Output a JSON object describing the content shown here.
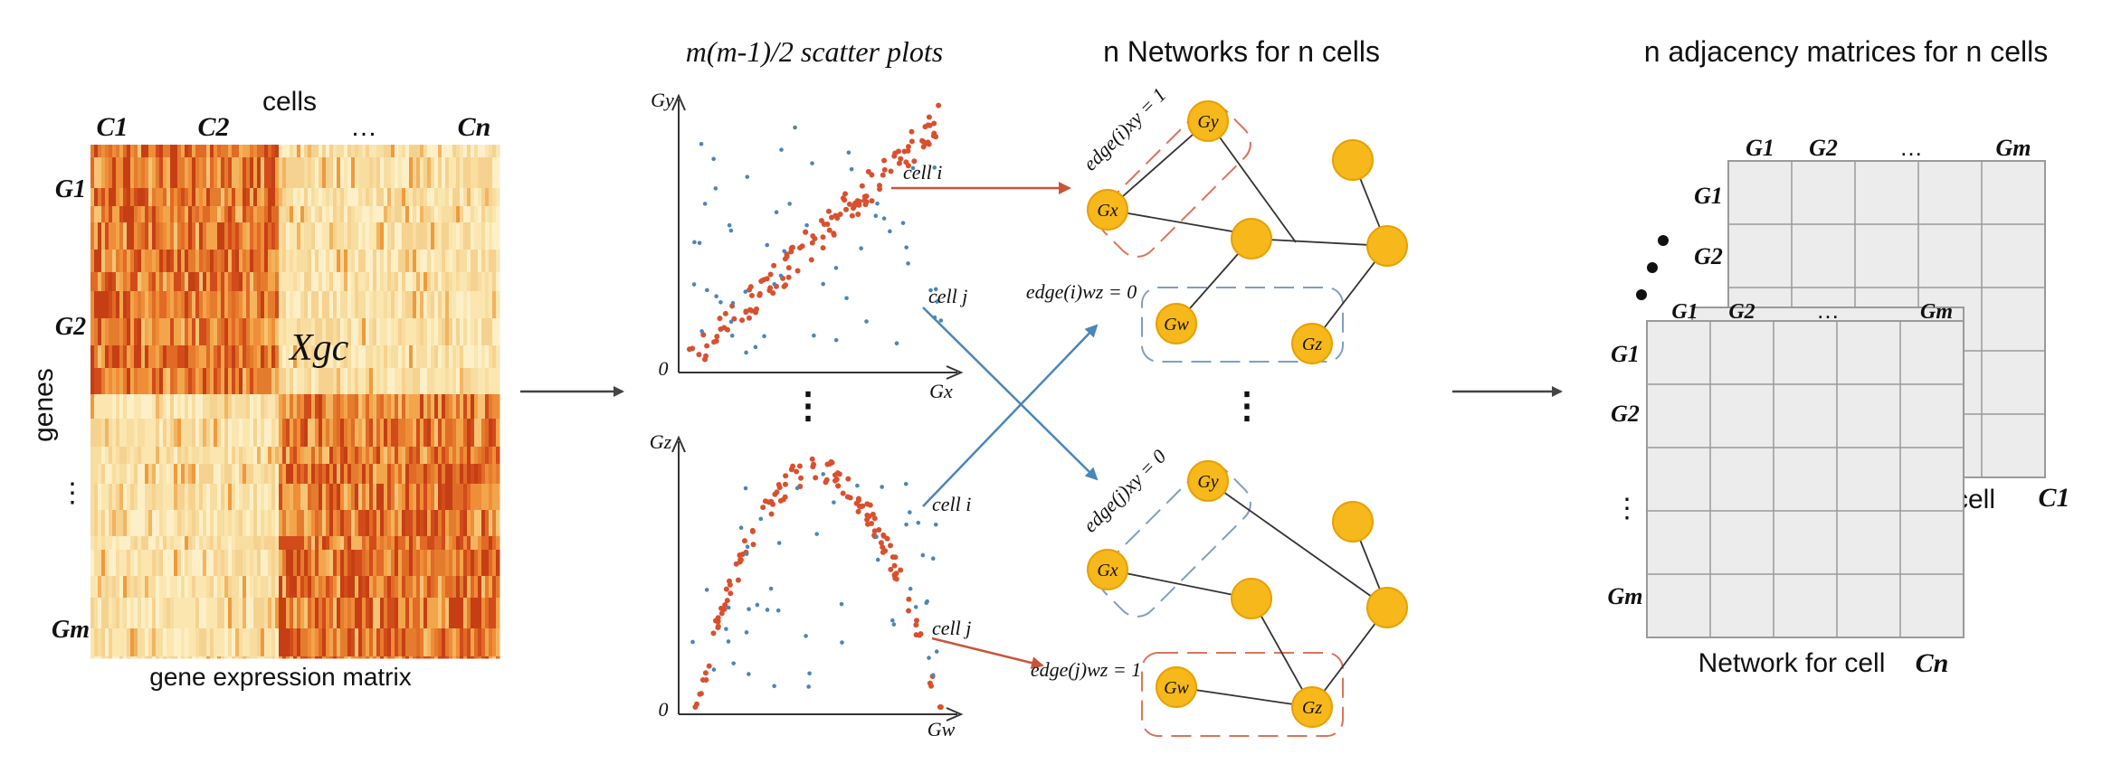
{
  "heatmap": {
    "cells_label": "cells",
    "genes_label": "genes",
    "caption": "gene expression matrix",
    "col_labels": [
      "C1",
      "C2",
      "…",
      "Cn"
    ],
    "row_labels": [
      "G1",
      "G2",
      "⋮",
      "Gm"
    ],
    "cell_value_label": "Xgc",
    "colors": {
      "light": "#fbe7b5",
      "dark": "#c84818",
      "mid": "#ef9a3c"
    }
  },
  "scatter": {
    "title": "m(m-1)/2 scatter plots",
    "plot1": {
      "y_axis": "Gy",
      "x_axis": "Gx",
      "origin": "0",
      "cell_i": "cell i",
      "cell_j": "cell j"
    },
    "plot2": {
      "y_axis": "Gz",
      "x_axis": "Gw",
      "origin": "0",
      "cell_i": "cell i",
      "cell_j": "cell j"
    },
    "vdots": "⋮",
    "colors": {
      "red": "#d9502f",
      "blue": "#4a86b8"
    }
  },
  "networks": {
    "title": "n Networks for n cells",
    "net1": {
      "edge_xy": "edge(i)xy = 1",
      "edge_wz": "edge(i)wz = 0"
    },
    "net2": {
      "edge_xy": "edge(j)xy = 0",
      "edge_wz": "edge(j)wz = 1"
    },
    "nodes": [
      "Gx",
      "Gy",
      "Gw",
      "Gz"
    ],
    "vdots": "⋮",
    "colors": {
      "node": "#f6b81a",
      "node_stroke": "#e8a000",
      "red_box": "#d9745a",
      "blue_box": "#7f9fbf"
    }
  },
  "matrices": {
    "title": "n adjacency matrices for n cells",
    "back": {
      "col_labels": [
        "G1",
        "G2",
        "…",
        "Gm"
      ],
      "row_labels": [
        "G1",
        "G2"
      ],
      "caption": "cell",
      "cell_id": "C1"
    },
    "mid": {
      "col_labels": [
        "G1",
        "G2",
        "…",
        "Gm"
      ]
    },
    "front": {
      "row_labels": [
        "G1",
        "G2",
        "⋮",
        "Gm"
      ],
      "caption": "Network for cell",
      "cell_id": "Cn"
    },
    "colors": {
      "fill": "#ececec",
      "grid": "#9a9a9a"
    }
  }
}
